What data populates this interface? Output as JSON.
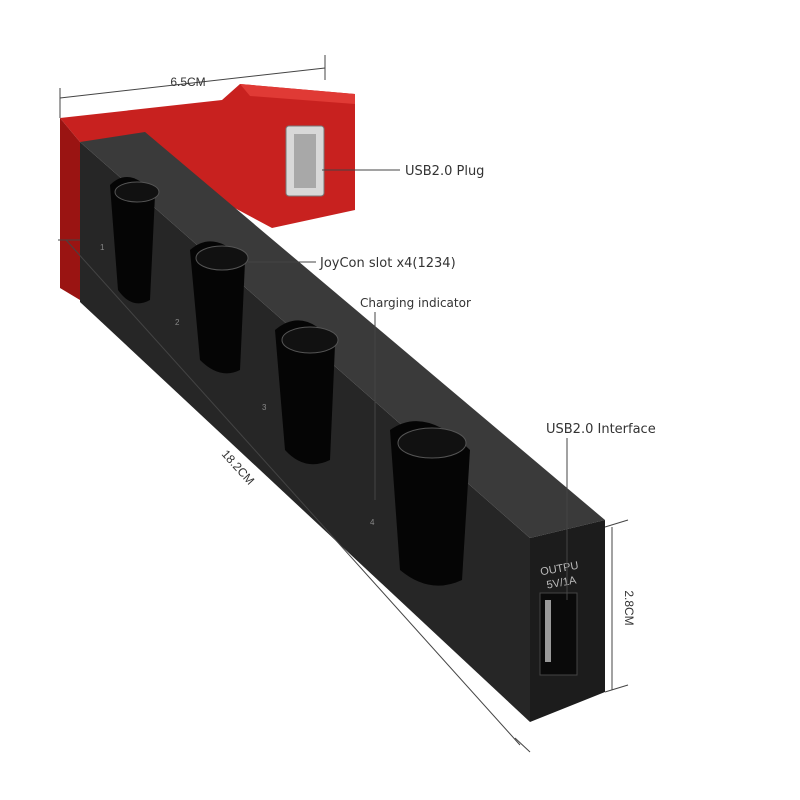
{
  "labels": {
    "usb_plug": "USB2.0 Plug",
    "joycon_slot": "JoyCon slot x4(1234)",
    "charging_indicator": "Charging indicator",
    "usb_interface": "USB2.0 Interface",
    "output_line1": "OUTPU",
    "output_line2": "5V/1A"
  },
  "dimensions": {
    "width": "6.5CM",
    "length": "18.2CM",
    "height": "2.8CM"
  },
  "slot_numbers": [
    "1",
    "2",
    "3",
    "4"
  ],
  "colors": {
    "body": "#2a2a2a",
    "base": "#c8211f"
  }
}
